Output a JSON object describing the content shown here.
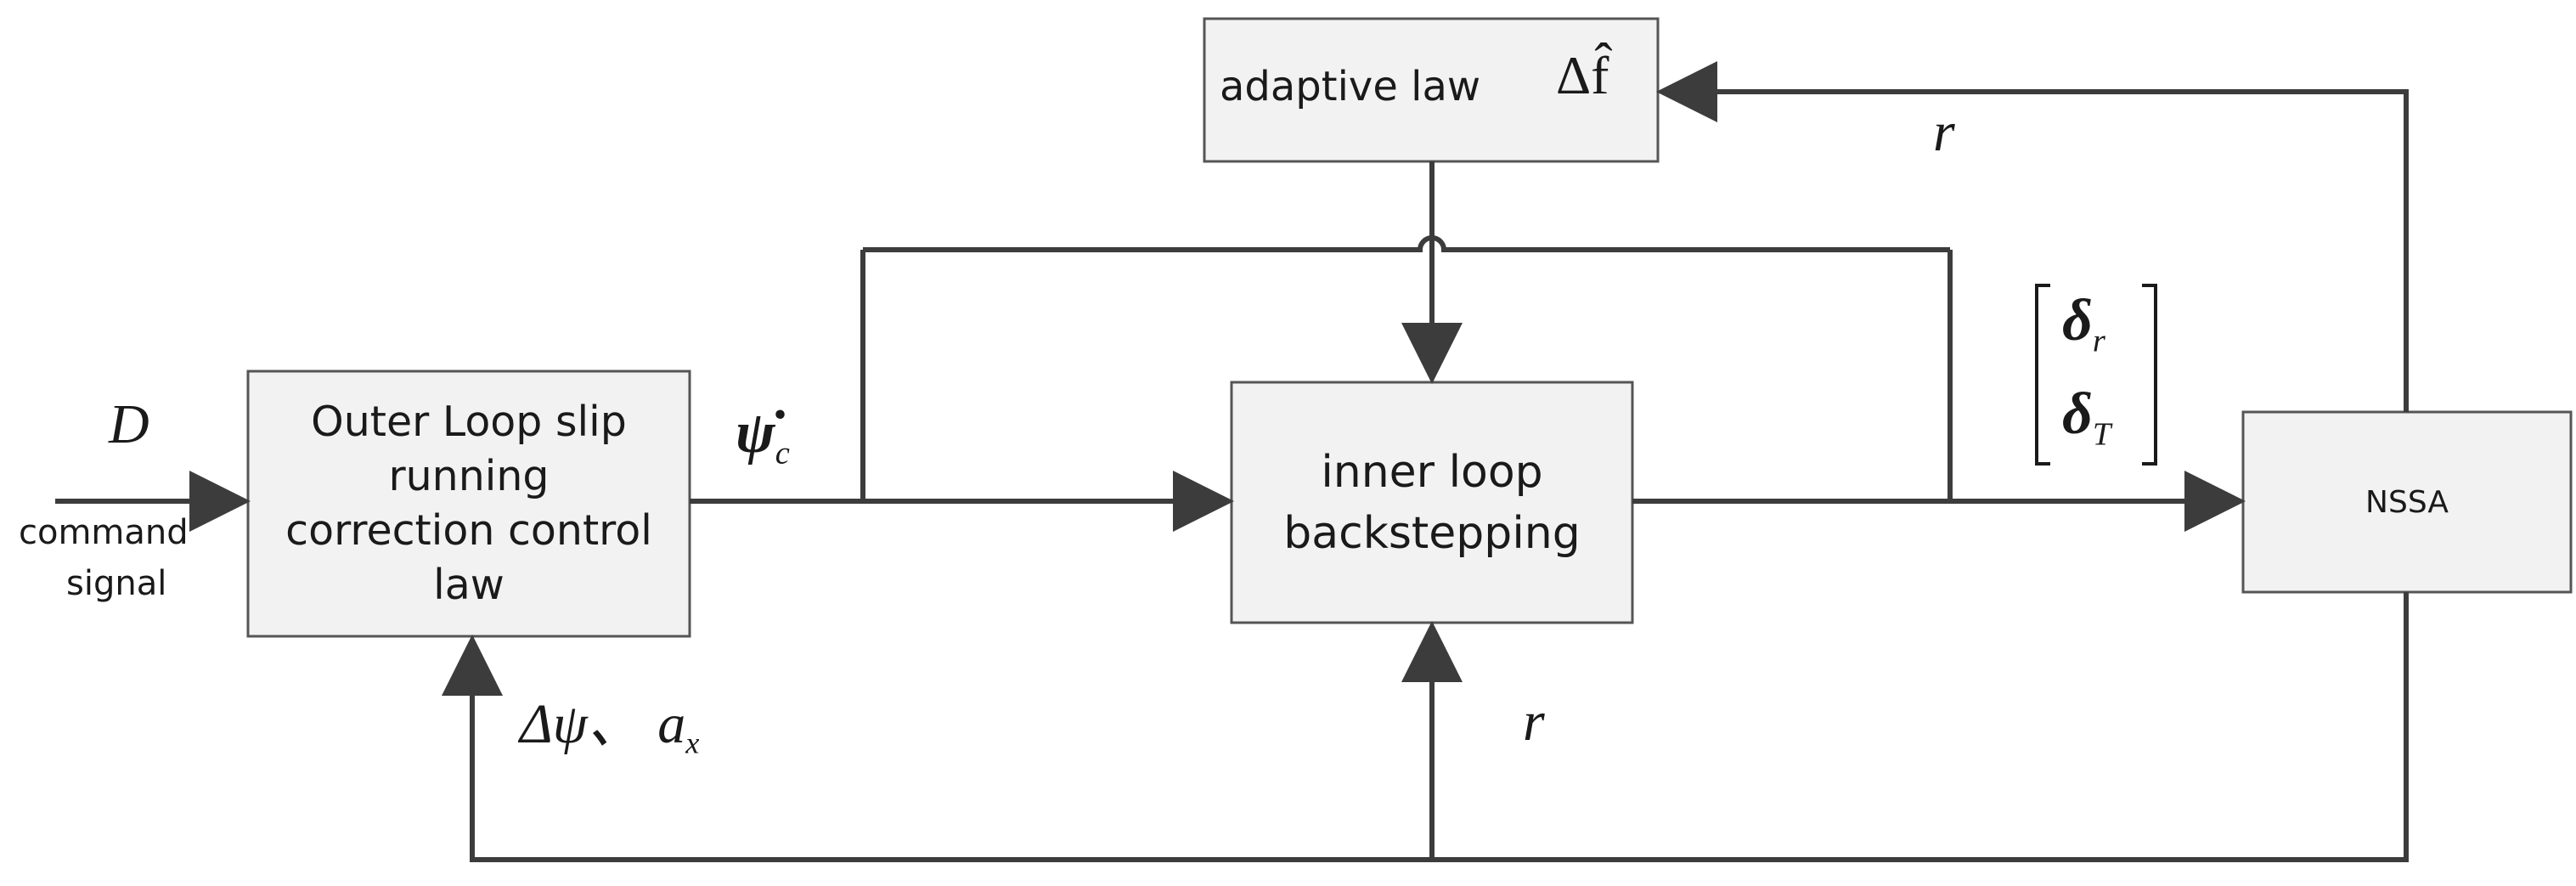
{
  "blocks": {
    "adaptive": {
      "label": "adaptive law",
      "symbol": "Δf̂"
    },
    "outer": {
      "lines": [
        "Outer Loop slip",
        "running",
        "correction control",
        "law"
      ]
    },
    "inner": {
      "lines": [
        "inner loop",
        "backstepping"
      ]
    },
    "nssa": {
      "label": "NSSA"
    }
  },
  "signals": {
    "input_symbol": "D",
    "input_caption": [
      "command",
      "signal"
    ],
    "psi_c": {
      "base": "ψ̇",
      "sub": "c"
    },
    "delta_r": {
      "base": "δ",
      "sub": "r"
    },
    "delta_T": {
      "base": "δ",
      "sub": "T"
    },
    "r_top": "r",
    "r_bottom": "r",
    "feedback": {
      "base": "Δψ、 a",
      "sub": "x"
    }
  },
  "colors": {
    "line": "#3c3c3c",
    "box_fill": "#f2f2f2"
  }
}
